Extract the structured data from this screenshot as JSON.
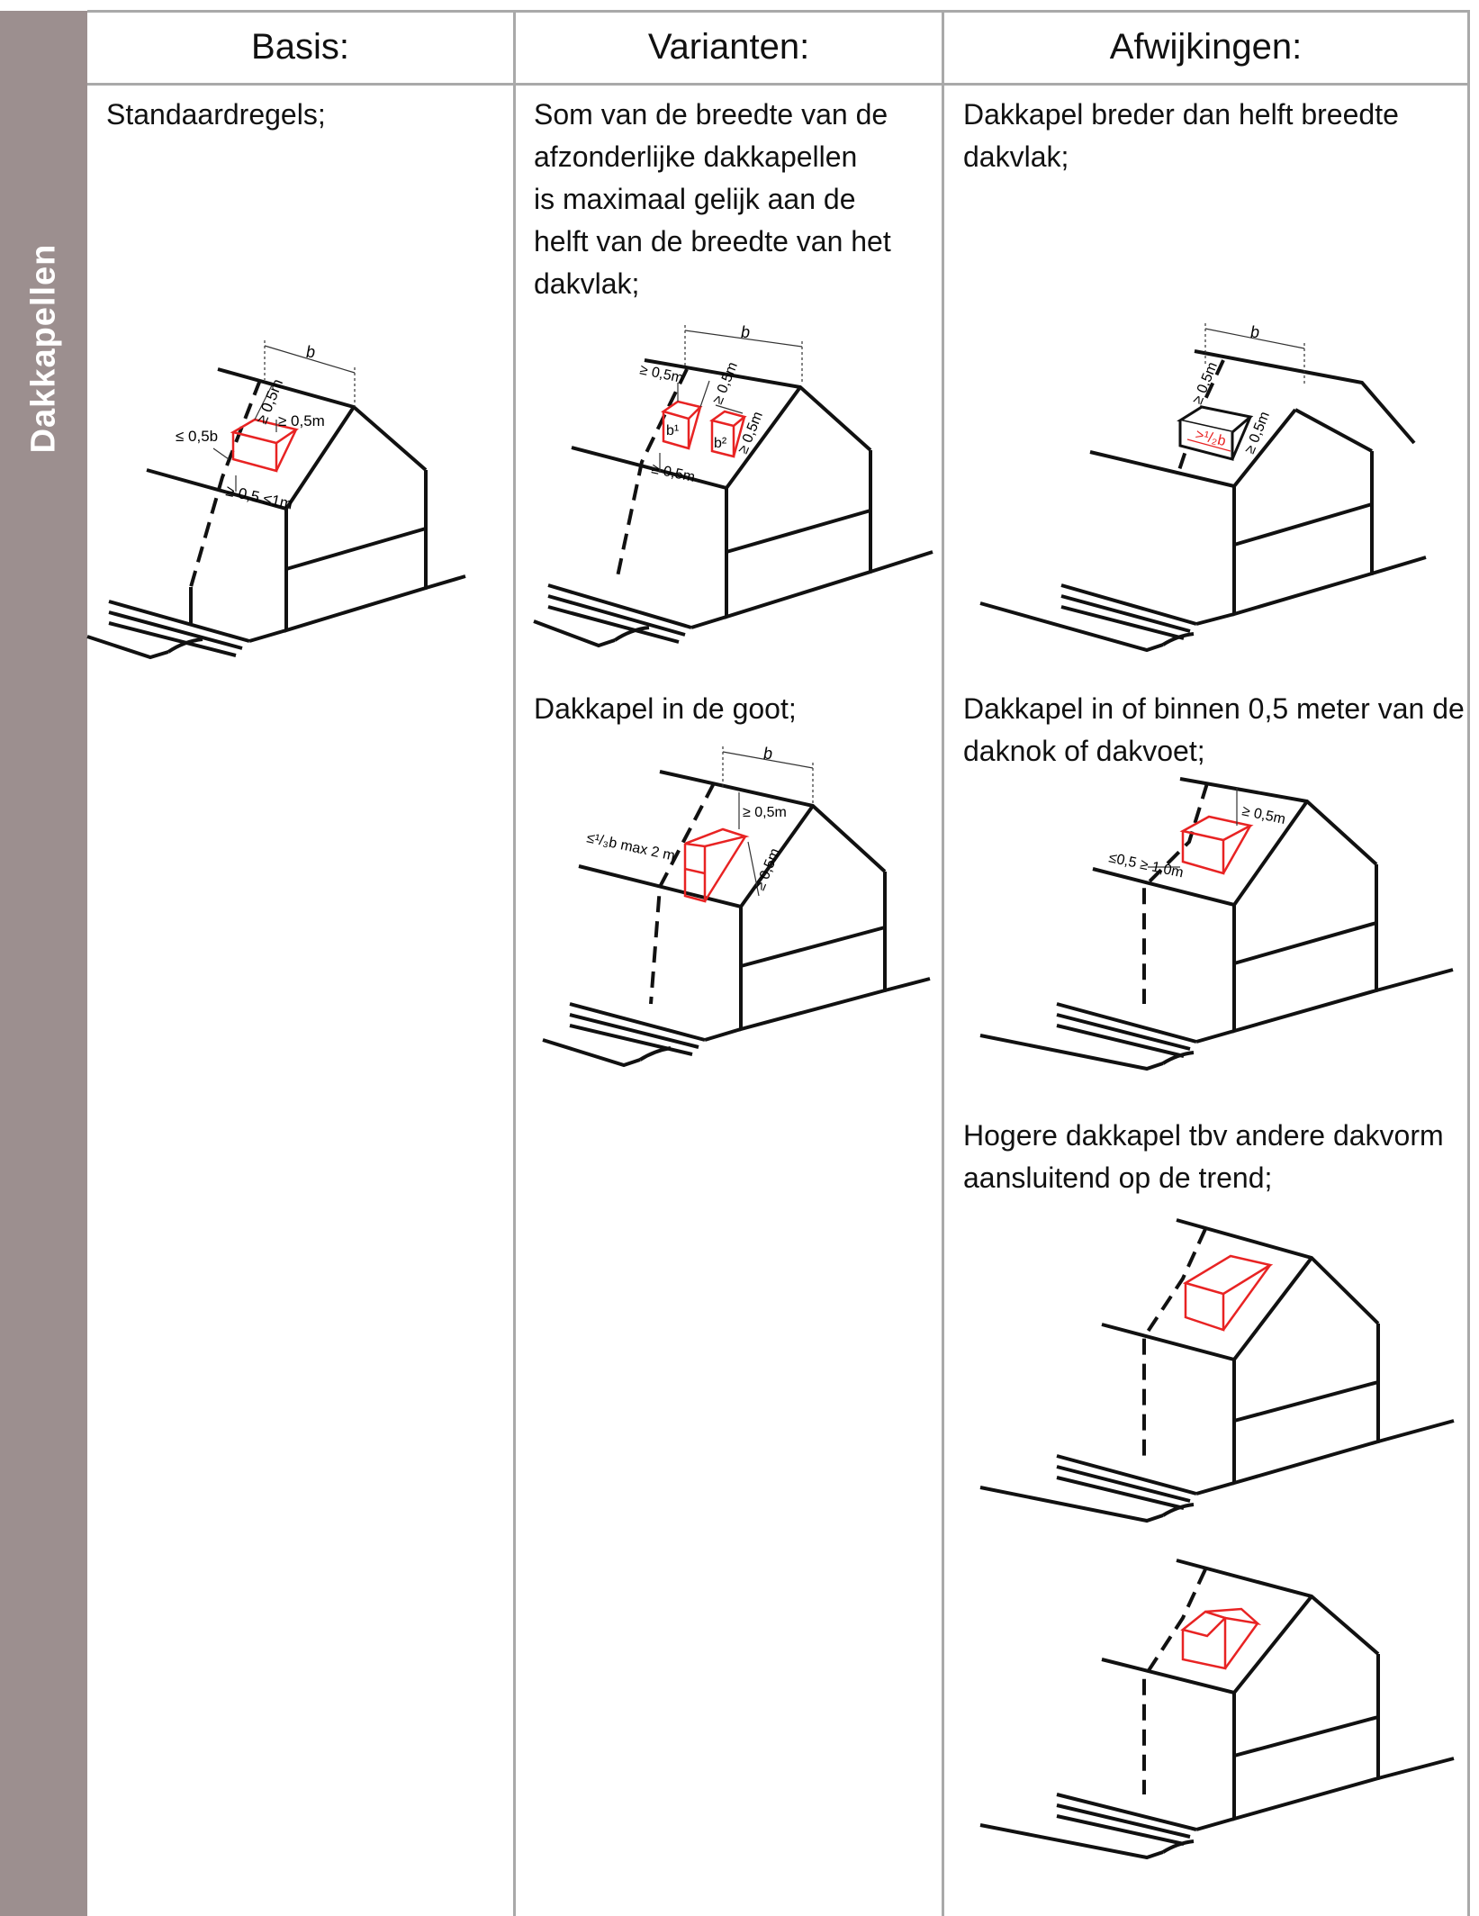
{
  "sidebar": {
    "label": "Dakkapellen"
  },
  "columns": [
    {
      "header": "Basis:"
    },
    {
      "header": "Varianten:"
    },
    {
      "header": "Afwijkingen:"
    }
  ],
  "basis": {
    "standard": {
      "lines": [
        "Standaardregels;"
      ],
      "labels": [
        "b",
        "≥ 0,5m",
        "≥ 0,5m",
        "≤ 0,5b",
        "≥ 0,5 ≤1m"
      ]
    }
  },
  "varianten": {
    "sum": {
      "lines": [
        "Som van de breedte van de",
        "afzonderlijke dakkapellen",
        "is maximaal gelijk aan de",
        "helft van de breedte van het",
        "dakvlak;"
      ],
      "labels": [
        "b",
        "≥ 0,5m",
        "≥ 0,5m",
        "≥ 0,5m",
        "≥ 0,5m",
        "b¹",
        "b²"
      ]
    },
    "gutter": {
      "lines": [
        "Dakkapel in de goot;"
      ],
      "labels": [
        "b",
        "≥ 0,5m",
        "≥ 0,5m",
        "≤¹/₃b max 2 m"
      ]
    }
  },
  "afwijkingen": {
    "wider": {
      "lines": [
        "Dakkapel breder dan helft breedte",
        "dakvlak;"
      ],
      "labels": [
        "b",
        "≥ 0,5m",
        "≥ 0,5m",
        ">¹/₂b"
      ]
    },
    "ridge": {
      "lines": [
        "Dakkapel in of binnen 0,5 meter van de",
        "daknok of dakvoet;"
      ],
      "labels": [
        "≥ 0,5m",
        "≤0,5 ≥ 1,0m"
      ]
    },
    "higher": {
      "lines": [
        "Hogere dakkapel tbv andere dakvorm",
        "aansluitend op de trend;"
      ]
    }
  }
}
